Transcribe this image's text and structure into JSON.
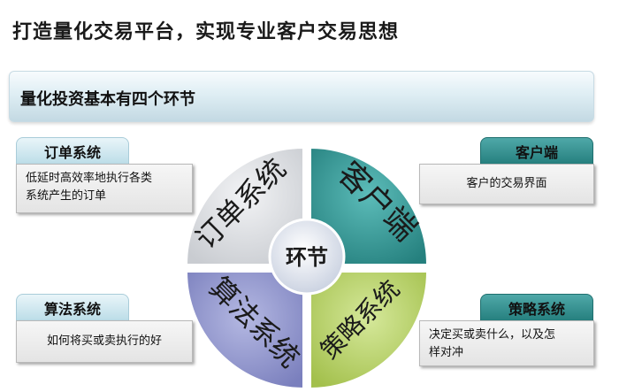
{
  "title": "打造量化交易平台，实现专业客户交易思想",
  "banner": "量化投资基本有四个环节",
  "hub": "环节",
  "sectors": {
    "order": "订单系统",
    "client": "客户端",
    "algo": "算法系统",
    "strategy": "策略系统"
  },
  "cards": {
    "order": {
      "label": "订单系统",
      "desc_line1": "低延时高效率地执行各类",
      "desc_line2": "系统产生的订单"
    },
    "client": {
      "label": "客户端",
      "desc": "客户的交易界面"
    },
    "algo": {
      "label": "算法系统",
      "desc": "如何将买或卖执行的好"
    },
    "strategy": {
      "label": "策略系统",
      "desc_line1": "决定买或卖什么，以及怎",
      "desc_line2": "样对冲"
    }
  },
  "colors": {
    "order_sector": "#d8dadd",
    "client_sector": "#2f9a98",
    "algo_sector": "#8a8fc8",
    "strategy_sector": "#b9d26a",
    "hub": "#dde3ee"
  }
}
